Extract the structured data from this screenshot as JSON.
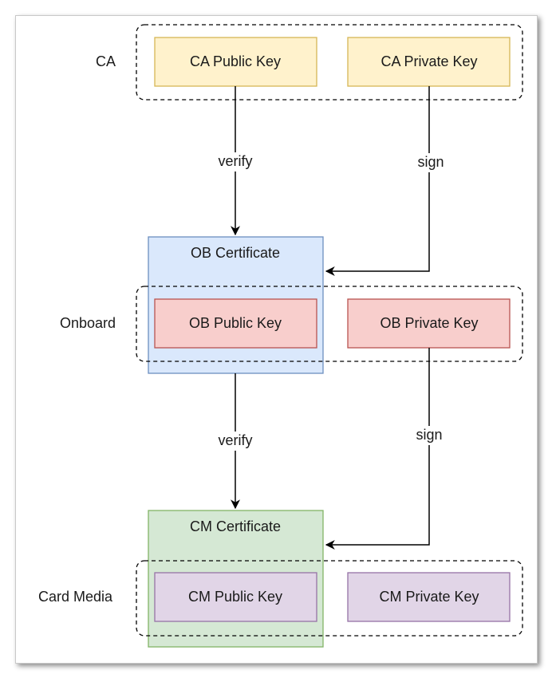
{
  "groups": {
    "ca": "CA",
    "onboard": "Onboard",
    "card_media": "Card Media"
  },
  "certificates": {
    "ob": "OB Certificate",
    "cm": "CM Certificate"
  },
  "keys": {
    "ca_public": "CA Public Key",
    "ca_private": "CA Private Key",
    "ob_public": "OB Public Key",
    "ob_private": "OB Private Key",
    "cm_public": "CM Public Key",
    "cm_private": "CM Private Key"
  },
  "edges": {
    "verify_top": "verify",
    "sign_top": "sign",
    "verify_bottom": "verify",
    "sign_bottom": "sign"
  },
  "colors": {
    "ca_key_fill": "#fff2cc",
    "ca_key_stroke": "#d6b656",
    "ob_cert_fill": "#dae8fc",
    "ob_cert_stroke": "#6c8ebf",
    "ob_key_fill": "#f8cecc",
    "ob_key_stroke": "#b85450",
    "cm_cert_fill": "#d5e8d4",
    "cm_cert_stroke": "#82b366",
    "cm_key_fill": "#e1d5e7",
    "cm_key_stroke": "#9673a6"
  }
}
